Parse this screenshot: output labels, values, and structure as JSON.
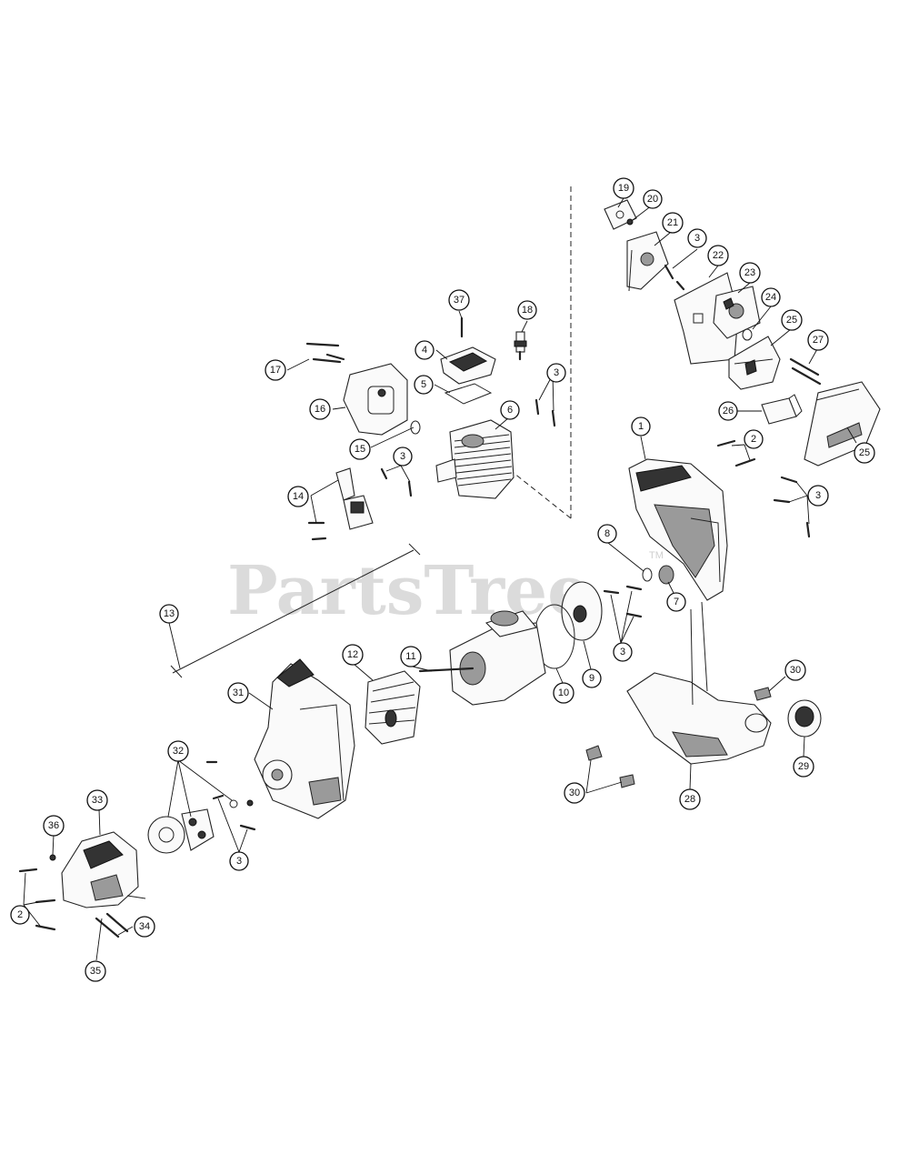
{
  "watermark": {
    "text": "PartsTree",
    "trademark": "TM"
  },
  "callouts": [
    "1",
    "2",
    "3",
    "4",
    "5",
    "6",
    "7",
    "8",
    "9",
    "10",
    "11",
    "12",
    "13",
    "14",
    "15",
    "16",
    "17",
    "18",
    "19",
    "20",
    "21",
    "22",
    "23",
    "24",
    "25",
    "26",
    "27",
    "28",
    "29",
    "30",
    "31",
    "32",
    "33",
    "34",
    "35",
    "36",
    "37"
  ]
}
